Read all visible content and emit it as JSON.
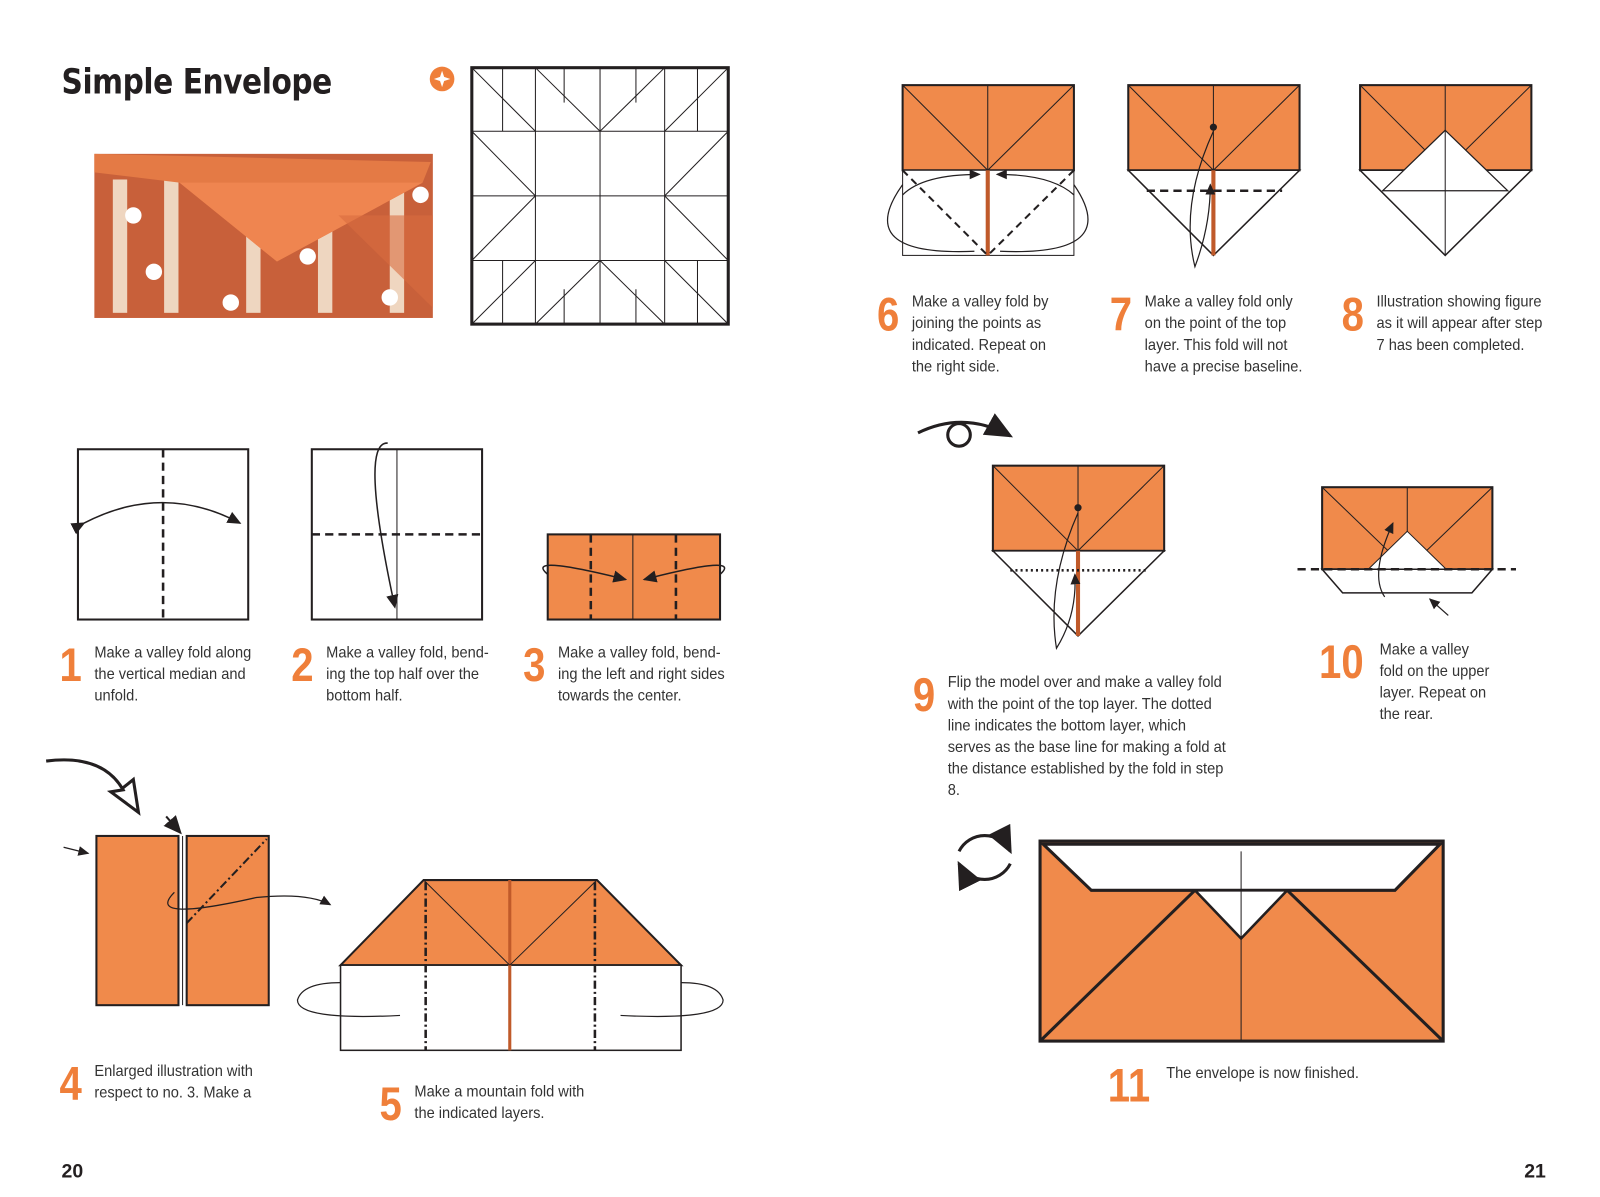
{
  "title": "Simple Envelope",
  "colors": {
    "accent": "#ef7f3a",
    "paper": "#f08a4b",
    "line": "#231f20"
  },
  "steps": [
    {
      "num": "1",
      "text": "Make a valley fold along the vertical median and unfold."
    },
    {
      "num": "2",
      "text": "Make a valley fold, bend-ing the top half over the bottom half."
    },
    {
      "num": "3",
      "text": "Make a valley fold, bend-ing the left and right sides towards the center."
    },
    {
      "num": "4",
      "text": "Enlarged illustration with respect to no. 3. Make a"
    },
    {
      "num": "5",
      "text": "Make a mountain fold with the indicated layers."
    },
    {
      "num": "6",
      "text": "Make a valley fold by joining the points as indicated. Repeat on the right side."
    },
    {
      "num": "7",
      "text": "Make a valley fold only on the point of the top layer. This fold will not have a precise baseline."
    },
    {
      "num": "8",
      "text": "Illustration showing figure as it will appear after step 7 has been completed."
    },
    {
      "num": "9",
      "text": "Flip the model over and make a valley fold with the point of the top layer. The dotted line indicates the bottom layer, which serves as the base line for making a fold at the distance established by the fold in step 8."
    },
    {
      "num": "10",
      "text": "Make a valley fold on the upper layer. Repeat on the rear."
    },
    {
      "num": "11",
      "text": "The envelope is now finished."
    }
  ],
  "pages": {
    "left": "20",
    "right": "21"
  }
}
